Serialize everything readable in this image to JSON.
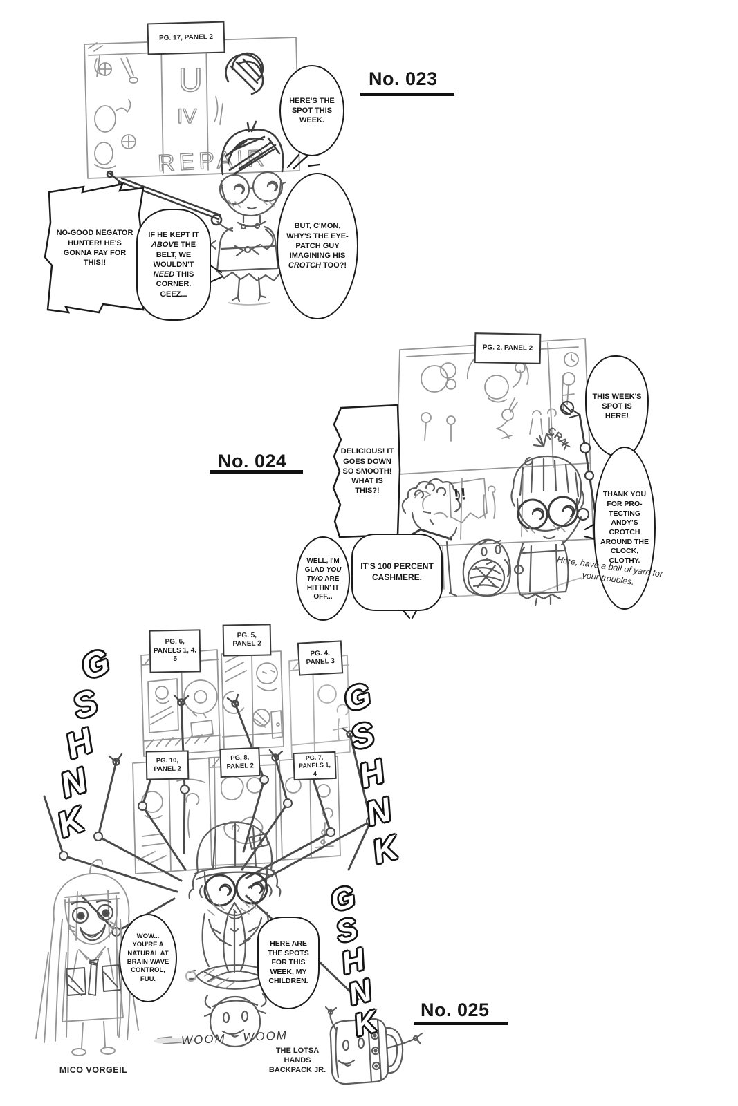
{
  "page": {
    "bg": "#ffffff",
    "ink": "#1c1c1c",
    "pencil": "#969696"
  },
  "strip023": {
    "title": "No. 023",
    "panel_label": "PG. 17, PANEL 2",
    "board_word_u": "U",
    "board_word_iv": "IV",
    "board_word_repair": "REPAIR",
    "bubble_spot": "HERE'S THE SPOT THIS WEEK.",
    "bubble_shout": "NO-GOOD NEGATOR HUNTER! HE'S GONNA PAY FOR THIS!!",
    "bubble_belt": {
      "t1": "IF HE KEPT IT ",
      "em1": "ABOVE",
      "t2": " THE BELT, WE WOULDN'T ",
      "em2": "NEED",
      "t3": " THIS CORNER. GEEZ..."
    },
    "bubble_crotch": {
      "t1": "BUT, C'MON, WHY'S THE EYE-PATCH GUY IMAGINING HIS ",
      "em1": "CROTCH",
      "t2": " TOO?!"
    }
  },
  "strip024": {
    "title": "No. 024",
    "panel_label": "PG. 2, PANEL 2",
    "bubble_delicious": "DELICIOUS! IT GOES DOWN SO SMOOTH! WHAT IS THIS?!",
    "bubble_spot": "THIS WEEK'S SPOT IS HERE!",
    "bubble_thanks": "THANK YOU FOR PRO-TECTING ANDY'S CROTCH AROUND THE CLOCK, CLOTHY.",
    "bubble_glad": {
      "t1": "WELL, I'M GLAD ",
      "em1": "YOU TWO",
      "t2": " ARE HITTIN' IT OFF..."
    },
    "bubble_cashmere": "IT'S 100 PERCENT CASHMERE.",
    "note_yarn": "Here, have a ball of yarn for your troubles.",
    "sfx_crak": "CRAK",
    "sfx_alert": "!!"
  },
  "strip025": {
    "title": "No. 025",
    "panel_labels": [
      "PG. 6, PANELS 1, 4, 5",
      "PG. 5, PANEL 2",
      "PG. 4, PANEL 3",
      "PG. 10, PANEL 2",
      "PG. 8, PANEL 2",
      "PG. 7, PANELS 1, 4"
    ],
    "sfx_gshnk": "GSHNK",
    "bubble_wow": "WOW... YOU'RE A NATURAL AT BRAIN-WAVE CONTROL, FUU.",
    "bubble_spots": "HERE ARE THE SPOTS FOR THIS WEEK, MY CHILDREN.",
    "sfx_woom": "WOOM WOOM",
    "caption_mico": "MICO VORGEIL",
    "caption_backpack": "THE LOTSA HANDS BACKPACK JR."
  }
}
